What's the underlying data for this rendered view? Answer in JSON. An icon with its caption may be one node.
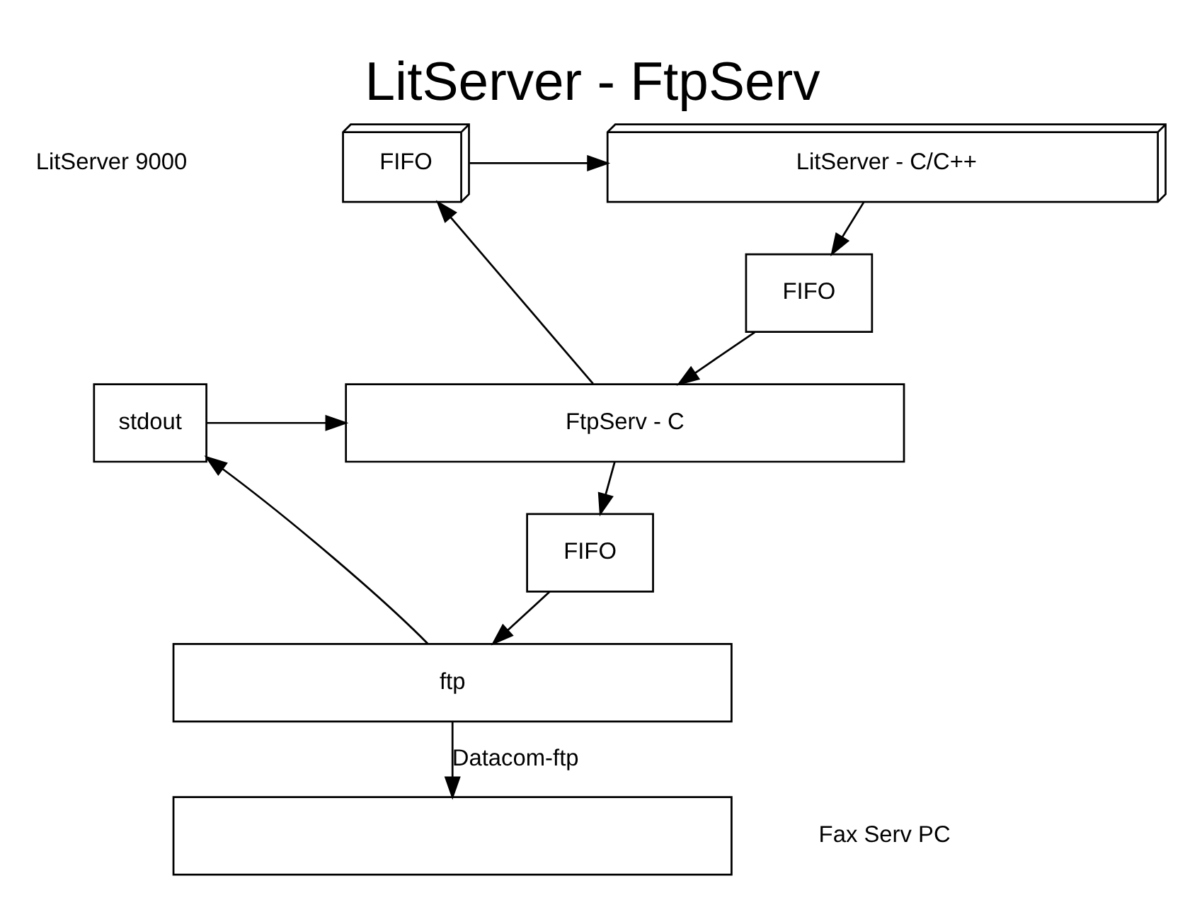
{
  "diagram": {
    "title": "LitServer - FtpServ",
    "nodes": [
      {
        "text": [
          "LitServer - C/C++"
        ]
      },
      {
        "text": [
          "FIFO"
        ]
      },
      {
        "text": [
          "FtpServ - C"
        ]
      },
      {
        "text": [
          "FIFO"
        ]
      },
      {
        "text": [
          "ftp"
        ]
      },
      {
        "text": [],
        "shape": "box"
      },
      {
        "text": [
          "FIFO"
        ]
      },
      {
        "text": [
          "stdout"
        ]
      }
    ],
    "edges": [
      {
        "from": 0,
        "to": 1,
        "arrow": "to"
      },
      {
        "from": 1,
        "to": 2,
        "arrow": "to"
      },
      {
        "from": 2,
        "to": 3,
        "arrow": "to"
      },
      {
        "from": 3,
        "to": 4,
        "arrow": "to"
      },
      {
        "from": 4,
        "to": 5,
        "arrow": "to",
        "label": "Datacom-ftp"
      },
      {
        "from": 4,
        "to": 7,
        "arrow": "to"
      },
      {
        "from": 7,
        "to": 2,
        "arrow": "to"
      },
      {
        "from": 2,
        "to": 6,
        "arrow": "to"
      },
      {
        "from": 6,
        "to": 0,
        "arrow": "to"
      }
    ],
    "labels": [
      "LitServer 9000",
      "Fax Serv PC"
    ]
  }
}
